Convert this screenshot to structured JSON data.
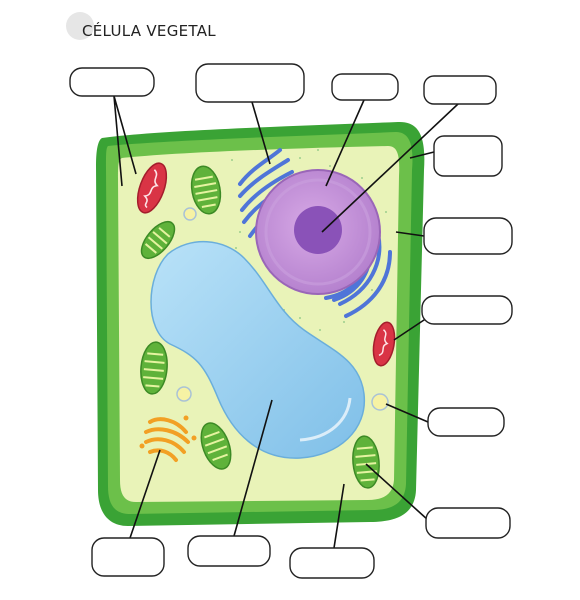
{
  "diagram": {
    "title": "CÉLULA VEGETAL",
    "badge_color": "#e6e6e6",
    "colors": {
      "cell_wall": "#3aa335",
      "cytoplasm": "#e9f3b8",
      "vacuole": "#9fd3f2",
      "nucleus": "#c48fd6",
      "nucleolus": "#8a52b8",
      "golgi": "#4f75d8",
      "mitochondria": "#d93445",
      "chloroplast": "#5fb23a",
      "ribosome_body": "#f2a024"
    },
    "blank_labels": [
      {
        "id": "cell-wall-and-mitochondria",
        "text": ""
      },
      {
        "id": "golgi",
        "text": ""
      },
      {
        "id": "nucleus",
        "text": ""
      },
      {
        "id": "nucleolus",
        "text": ""
      },
      {
        "id": "cell-wall",
        "text": ""
      },
      {
        "id": "cell-membrane",
        "text": ""
      },
      {
        "id": "mitochondrion",
        "text": ""
      },
      {
        "id": "vesicle",
        "text": ""
      },
      {
        "id": "chloroplast",
        "text": ""
      },
      {
        "id": "golgi-body",
        "text": ""
      },
      {
        "id": "vacuole",
        "text": ""
      },
      {
        "id": "cytoplasm",
        "text": ""
      }
    ]
  }
}
